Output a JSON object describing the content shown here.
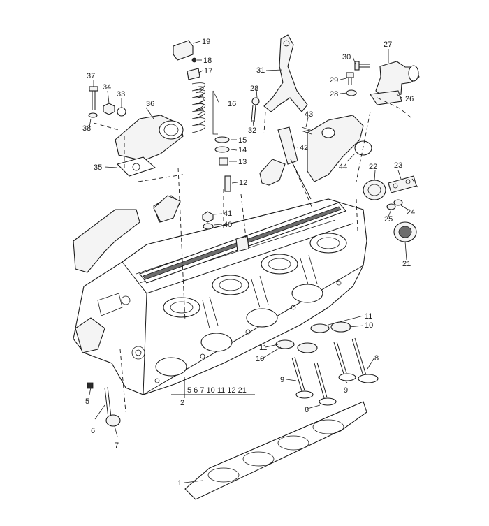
{
  "diagram": {
    "callouts": {
      "p1": "1",
      "p2": "2",
      "p5": "5",
      "p6a": "6",
      "p6b": "6",
      "p7": "7",
      "p8": "8",
      "p9a": "9",
      "p9b": "9",
      "p10a": "10",
      "p10b": "10",
      "p11a": "11",
      "p11b": "11",
      "p12": "12",
      "p13": "13",
      "p14": "14",
      "p15": "15",
      "p16": "16",
      "p17": "17",
      "p18": "18",
      "p19": "19",
      "p21": "21",
      "p22": "22",
      "p23": "23",
      "p24": "24",
      "p25": "25",
      "p26": "26",
      "p27": "27",
      "p28a": "28",
      "p28b": "28",
      "p29": "29",
      "p30": "30",
      "p31": "31",
      "p32": "32",
      "p33": "33",
      "p34": "34",
      "p35": "35",
      "p36": "36",
      "p37": "37",
      "p38": "38",
      "p40": "40",
      "p41": "41",
      "p42": "42",
      "p43": "43",
      "p44": "44"
    },
    "group2_refs": "5 6 7 10 11 12 21"
  }
}
